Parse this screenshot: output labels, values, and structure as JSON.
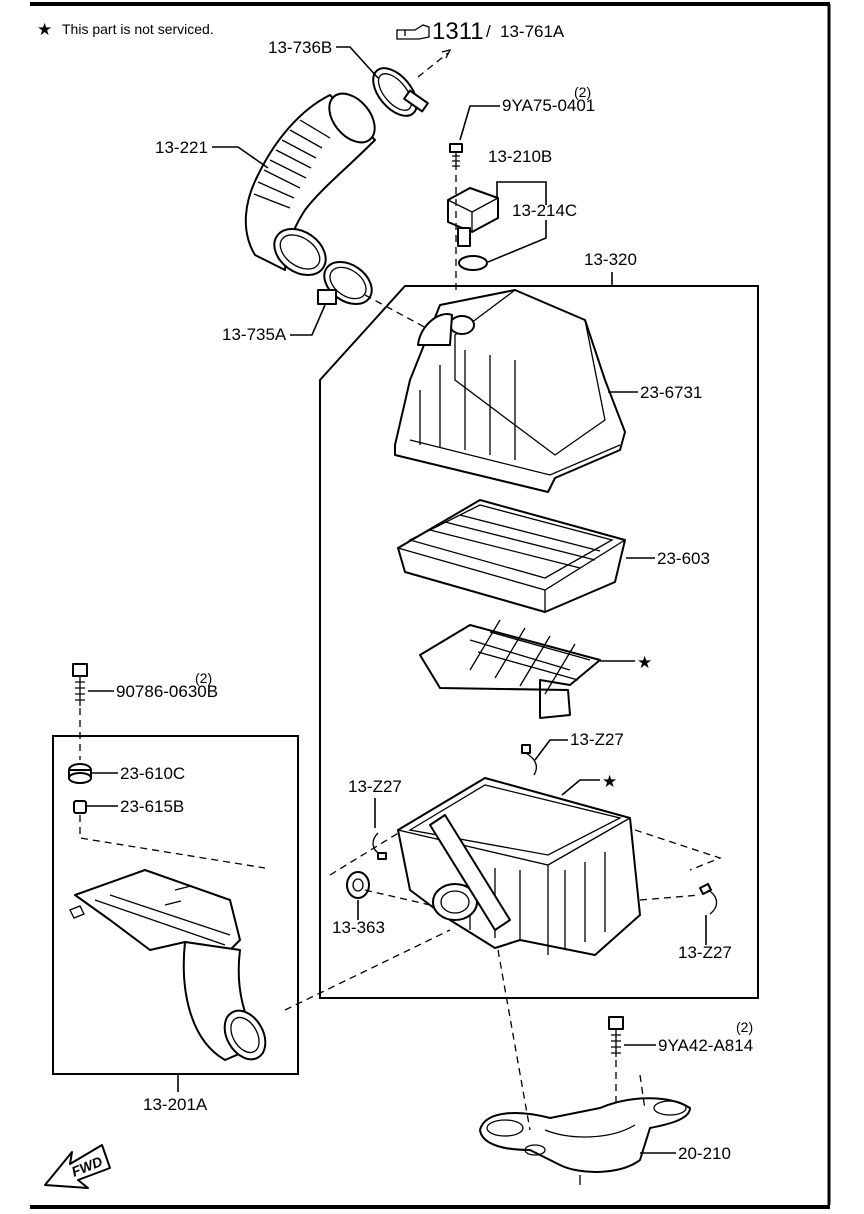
{
  "note": {
    "star": "★",
    "text": "This part is not serviced."
  },
  "reference": {
    "main": "1311",
    "slash": "/",
    "sub": "13-761A"
  },
  "labels": {
    "l_13_736B": "13-736B",
    "l_9YA75": "9YA75-0401",
    "l_9YA75_qty": "(2)",
    "l_13_221": "13-221",
    "l_13_210B": "13-210B",
    "l_13_214C": "13-214C",
    "l_13_320": "13-320",
    "l_13_735A": "13-735A",
    "l_23_6731": "23-6731",
    "l_23_603": "23-603",
    "l_90786": "90786-0630B",
    "l_90786_qty": "(2)",
    "l_13_Z27_a": "13-Z27",
    "l_23_610C": "23-610C",
    "l_13_Z27_b": "13-Z27",
    "l_23_615B": "23-615B",
    "l_13_363": "13-363",
    "l_13_Z27_c": "13-Z27",
    "l_9YA42": "9YA42-A814",
    "l_9YA42_qty": "(2)",
    "l_13_201A": "13-201A",
    "l_20_210": "20-210",
    "fwd": "FWD"
  },
  "markers": {
    "star": "★"
  }
}
